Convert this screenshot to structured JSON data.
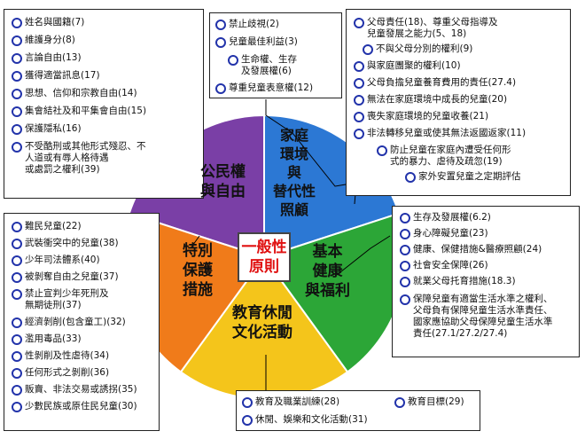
{
  "center": {
    "label": "一般性\n原則",
    "color": "#e01010"
  },
  "segments": [
    {
      "id": "civil",
      "label": "公民權\n與自由",
      "color": "#7a3fa6",
      "text_color": "#111111"
    },
    {
      "id": "family",
      "label": "家庭\n環境\n與\n替代性\n照顧",
      "color": "#2c78d4",
      "text_color": "#111111"
    },
    {
      "id": "health",
      "label": "基本\n健康\n與福利",
      "color": "#2ca637",
      "text_color": "#111111"
    },
    {
      "id": "education",
      "label": "教育休閒\n文化活動",
      "color": "#f4c51b",
      "text_color": "#111111"
    },
    {
      "id": "special",
      "label": "特別\n保護\n措施",
      "color": "#f07b1a",
      "text_color": "#111111"
    }
  ],
  "boxes": {
    "civil": [
      "姓名與國籍(7)",
      "維護身分(8)",
      "言論自由(13)",
      "獲得適當訊息(17)",
      "思想、信仰和宗教自由(14)",
      "集會結社及和平集會自由(15)",
      "保護隱私(16)",
      "不受酷刑或其他形式殘忍、不\n人道或有辱人格待遇\n或處罰之權利(39)"
    ],
    "general": [
      "禁止歧視(2)",
      "兒童最佳利益(3)",
      "生命權、生存\n及發展權(6)",
      "尊重兒童表意權(12)"
    ],
    "family": [
      "父母責任(18)、尊重父母指導及\n兒童發展之能力(5、18)",
      "不與父母分別的權利(9)",
      "與家庭團聚的權利(10)",
      "父母負擔兒童養育費用的責任(27.4)",
      "無法在家庭環境中成長的兒童(20)",
      "喪失家庭環境的兒童收養(21)",
      "非法轉移兒童或使其無法返國返家(11)",
      "防止兒童在家庭內遭受任何形\n式的暴力、虐待及疏忽(19)",
      "家外安置兒童之定期評估"
    ],
    "health": [
      "生存及發展權(6.2)",
      "身心障礙兒童(23)",
      "健康、保健措施&醫療照顧(24)",
      "社會安全保障(26)",
      "就業父母托育措施(18.3)",
      "保障兒童有適當生活水準之權利、\n父母負有保障兒童生活水準責任、\n國家應協助父母保障兒童生活水準\n責任(27.1/27.2/27.4)"
    ],
    "special": [
      "難民兒童(22)",
      "武裝衝突中的兒童(38)",
      "少年司法體系(40)",
      "被剝奪自由之兒童(37)",
      "禁止宣判少年死刑及\n無期徒刑(37)",
      "經濟剝削(包含童工)(32)",
      "濫用毒品(33)",
      "性剝削及性虐待(34)",
      "任何形式之剝削(36)",
      "販賣、非法交易或誘拐(35)",
      "少數民族或原住民兒童(30)"
    ],
    "education": [
      "教育及職業訓練(28)",
      "教育目標(29)",
      "休閒、娛樂和文化活動(31)"
    ]
  },
  "colors": {
    "bullet": "#2233aa",
    "border": "#222222"
  }
}
